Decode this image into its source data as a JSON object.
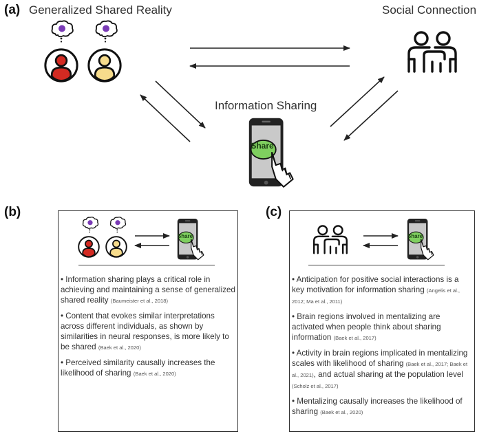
{
  "panel_a": {
    "letter": "(a)",
    "label_shared_reality": "Generalized Shared Reality",
    "label_social_connection": "Social Connection",
    "label_information_sharing": "Information Sharing",
    "share_button": "Share"
  },
  "panel_b": {
    "letter": "(b)",
    "share_button": "Share",
    "bullets": [
      {
        "text": "• Information sharing plays a critical role in achieving and maintaining a sense of generalized shared reality",
        "cite": "(Baumeister et al., 2018)"
      },
      {
        "text": "• Content that evokes similar interpretations across different individuals, as shown by similarities in neural responses, is more likely to be shared",
        "cite": "(Baek et al., 2020)"
      },
      {
        "text": "• Perceived similarity causally increases the likelihood of sharing",
        "cite": "(Baek et al., 2020)"
      }
    ]
  },
  "panel_c": {
    "letter": "(c)",
    "share_button": "Share",
    "bullets": [
      {
        "text": "• Anticipation for positive social interactions is a key motivation for information sharing",
        "cite": "(Angelis et al., 2012; Ma et al., 2011)"
      },
      {
        "text": "• Brain regions involved in mentalizing are activated when people think about sharing information",
        "cite": "(Baek et al., 2017)"
      },
      {
        "text": "• Activity in brain regions implicated in mentalizing scales with likelihood of sharing",
        "cite": "(Baek et al., 2017; Baek et al., 2021)",
        "text2": ", and actual sharing at the population level",
        "cite2": "(Scholz et al., 2017)"
      },
      {
        "text": "• Mentalizing causally increases the likelihood of sharing",
        "cite": "(Baek et al., 2020)"
      }
    ]
  },
  "colors": {
    "person_left": "#d32a22",
    "person_right": "#f7dc8c",
    "thought_dot": "#7a3bb6",
    "share_green": "#7fcf5f",
    "phone_screen": "#c9c9c9"
  }
}
